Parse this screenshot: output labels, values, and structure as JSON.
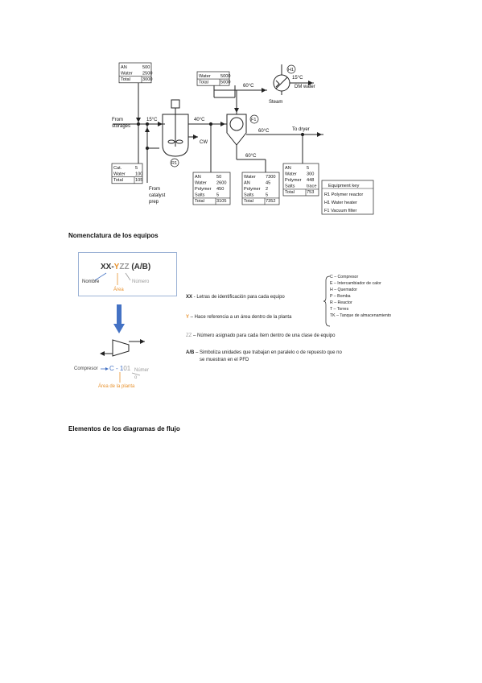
{
  "pfd": {
    "box_top_left": {
      "rows": [
        [
          "AN",
          "500"
        ],
        [
          "Water",
          "2500"
        ],
        [
          "Total",
          "3000"
        ]
      ]
    },
    "box_top_water": {
      "rows": [
        [
          "Water",
          "5000"
        ],
        [
          "Total",
          "5000"
        ]
      ]
    },
    "box_cat": {
      "rows": [
        [
          "Cat.",
          "5"
        ],
        [
          "Water",
          "100"
        ],
        [
          "Total",
          "105"
        ]
      ]
    },
    "box_out1": {
      "rows": [
        [
          "AN",
          "50"
        ],
        [
          "Water",
          "2600"
        ],
        [
          "Polymer",
          "450"
        ],
        [
          "Salts",
          "5"
        ],
        [
          "Total",
          "3105"
        ]
      ]
    },
    "box_out2": {
      "rows": [
        [
          "Water",
          "7300"
        ],
        [
          "AN",
          "45"
        ],
        [
          "Polymer",
          "2"
        ],
        [
          "Salts",
          "5"
        ],
        [
          "Total",
          "7352"
        ]
      ]
    },
    "box_out3": {
      "rows": [
        [
          "AN",
          "5"
        ],
        [
          "Water",
          "300"
        ],
        [
          "Polymer",
          "448"
        ],
        [
          "Salts",
          "trace"
        ],
        [
          "Total",
          "753"
        ]
      ]
    },
    "equipment_key": {
      "title": "Equipment key",
      "items": [
        "R1 Polymer reactor",
        "H1 Water heater",
        "F1 Vacuum filter"
      ]
    },
    "labels": {
      "from_storages": [
        "From",
        "storages"
      ],
      "from_catalyst": [
        "From",
        "catalyst",
        "prep"
      ],
      "t15_left": "15°C",
      "t40": "40°C",
      "t60_top": "60°C",
      "t15_right": "15°C",
      "dm_water": "DM water",
      "steam": "Steam",
      "cw": "CW",
      "t60_mid": "60°C",
      "to_dryer": "To dryer",
      "t60_low": "60°C",
      "r1": "R1",
      "f1": "F1",
      "h1": "H1"
    }
  },
  "section1": {
    "title": "Nomenclatura de los equipos",
    "code_xx": "XX-",
    "code_y": "Y",
    "code_zz": "ZZ",
    "code_ab": " (A/B)",
    "lbl_nombre": "Nombre",
    "lbl_numero": "Número",
    "lbl_area": "Área",
    "example_prefix": "Compresor",
    "example_code": "C - 1",
    "example_num": "01",
    "lbl_numero_split": [
      "Númer",
      "o"
    ],
    "lbl_area_planta": "Área de la planta",
    "def_xx_key": "XX",
    "def_xx_text": " - Letras de identificación para cada equipo",
    "def_y_key": "Y",
    "def_y_text": " – Hace referencia a un área dentro de la planta",
    "def_zz_key": "ZZ",
    "def_zz_text": " – Número asignado para cada ítem dentro de una clase de equipo",
    "def_ab_key": "A/B",
    "def_ab_text_1": " – Simboliza unidades que trabajan en paralelo o de repuesto que no",
    "def_ab_text_2": "se muestran en el PFD",
    "codes": [
      "C – Compresor",
      "E – Intercambiador de calor",
      "H – Quemador",
      "P – Bomba",
      "R – Reactor",
      "T – Torres",
      "TK – Tanque de almacenamiento"
    ]
  },
  "section2": {
    "title": "Elementos de los diagramas de flujo"
  },
  "colors": {
    "orange": "#e8922e",
    "blue_arrow": "#4472c4",
    "gray": "#9a9a9a",
    "box_border": "#9db3d6"
  }
}
